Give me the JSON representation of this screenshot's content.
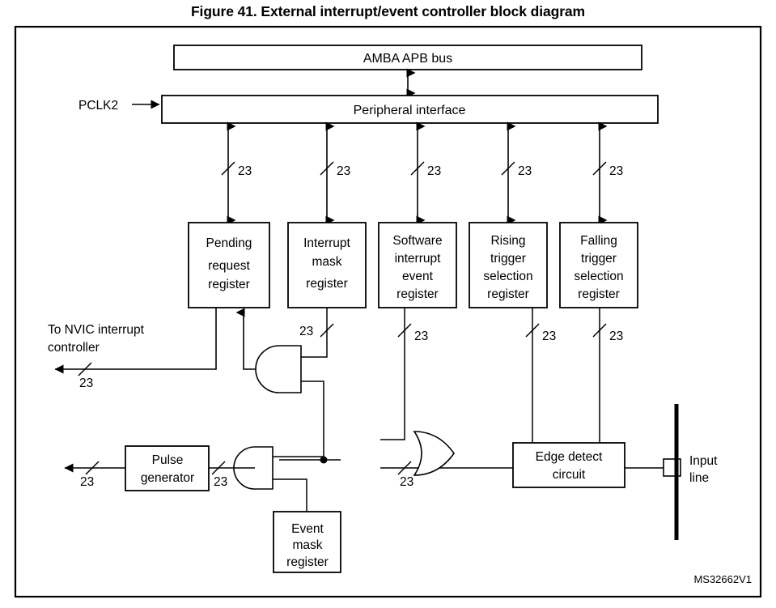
{
  "figure": {
    "title": "Figure 41. External interrupt/event controller block diagram",
    "id_code": "MS32662V1"
  },
  "blocks": {
    "apb_bus": "AMBA APB bus",
    "peripheral_interface": "Peripheral interface",
    "pending_request_register": [
      "Pending",
      "request",
      "register"
    ],
    "interrupt_mask_register": [
      "Interrupt",
      "mask",
      "register"
    ],
    "software_interrupt_event_register": [
      "Software",
      "interrupt",
      "event",
      "register"
    ],
    "rising_trigger_selection_register": [
      "Rising",
      "trigger",
      "selection",
      "register"
    ],
    "falling_trigger_selection_register": [
      "Falling",
      "trigger",
      "selection",
      "register"
    ],
    "pulse_generator": [
      "Pulse",
      "generator"
    ],
    "event_mask_register": [
      "Event",
      "mask",
      "register"
    ],
    "edge_detect_circuit": [
      "Edge detect",
      "circuit"
    ]
  },
  "labels": {
    "pclk2": "PCLK2",
    "to_nvic": [
      "To NVIC interrupt",
      "controller"
    ],
    "input_line": [
      "Input",
      "line"
    ]
  },
  "bus_width": "23",
  "bus_widths": {
    "pending_top": "23",
    "interrupt_mask_top": "23",
    "software_top": "23",
    "rising_top": "23",
    "falling_top": "23",
    "nvic_out": "23",
    "interrupt_mask_bottom": "23",
    "software_bottom": "23",
    "rising_bottom": "23",
    "falling_bottom": "23",
    "or_out": "23",
    "pulse_in": "23",
    "pulse_out": "23"
  },
  "colors": {
    "ink": "#000000",
    "paper": "#ffffff"
  }
}
